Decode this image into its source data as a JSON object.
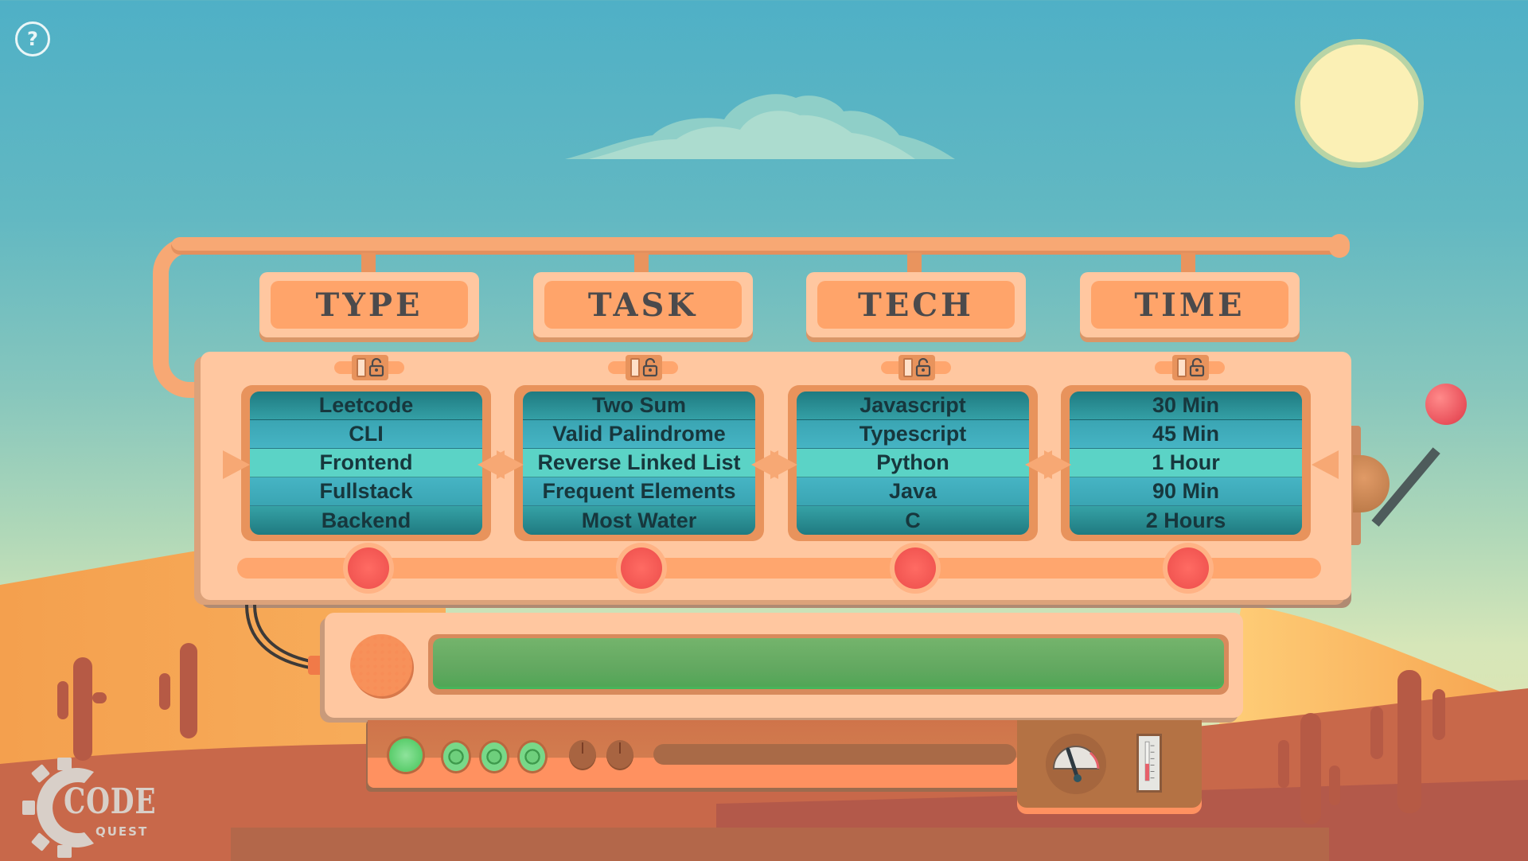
{
  "app": {
    "name": "Code Quest",
    "logo": {
      "line1": "CODE",
      "line2": "QUEST"
    },
    "help_button_label": "?"
  },
  "colors": {
    "sky_top": "#4fb0c6",
    "sky_bottom": "#e8e2ae",
    "machine_body": "#ffc7a0",
    "machine_accent": "#ffa66e",
    "reel_highlight": "#5bd3c6",
    "reel_dark": "#1f7a80",
    "knob_red": "#f25652",
    "lcd_green": "#62a860",
    "lever_ball": "#e9505a",
    "dune_red": "#b65a45"
  },
  "reels": [
    {
      "title": "TYPE",
      "lock_state": "unlocked",
      "options": [
        "Leetcode",
        "CLI",
        "Frontend",
        "Fullstack",
        "Backend"
      ],
      "selected": "Frontend"
    },
    {
      "title": "TASK",
      "lock_state": "unlocked",
      "options": [
        "Two Sum",
        "Valid Palindrome",
        "Reverse Linked List",
        "Frequent Elements",
        "Most Water"
      ],
      "selected": "Reverse Linked List"
    },
    {
      "title": "TECH",
      "lock_state": "unlocked",
      "options": [
        "Javascript",
        "Typescript",
        "Python",
        "Java",
        "C"
      ],
      "selected": "Python"
    },
    {
      "title": "TIME",
      "lock_state": "unlocked",
      "options": [
        "30 Min",
        "45 Min",
        "1 Hour",
        "90 Min",
        "2 Hours"
      ],
      "selected": "1 Hour"
    }
  ],
  "display": {
    "text": ""
  },
  "console": {
    "status_led": "on",
    "indicator_leds": 3,
    "dials": 2
  },
  "icons": {
    "help": "question-circle-icon",
    "lock": "unlock-icon",
    "lever": "lever-icon",
    "gauge": "pressure-gauge-icon",
    "thermometer": "thermometer-icon",
    "speaker": "speaker-grille-icon",
    "logo": "gear-icon"
  }
}
